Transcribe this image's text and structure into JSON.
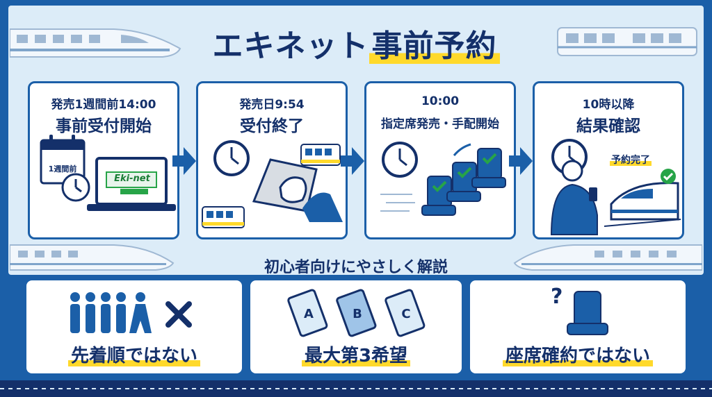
{
  "title": {
    "part1": "エキネット",
    "part2": "事前予約"
  },
  "steps": [
    {
      "line1": "発売1週間前14:00",
      "line2": "事前受付開始",
      "calendar_text": "1週間前",
      "screen_text": "Eki-net"
    },
    {
      "line1": "発売日9:54",
      "line2": "受付終了"
    },
    {
      "line1": "10:00",
      "line2": "指定席発売・手配開始"
    },
    {
      "line1": "10時以降",
      "line2": "結果確認",
      "badge": "予約完了"
    }
  ],
  "subtitle": "初心者向けにやさしく解説",
  "points": [
    {
      "label": "先着順ではない"
    },
    {
      "label": "最大第3希望",
      "tickets": [
        "A",
        "B",
        "C"
      ]
    },
    {
      "label": "座席確約ではない",
      "mark": "?"
    }
  ],
  "colors": {
    "navy": "#14306a",
    "blue": "#1b5fa8",
    "light_bg": "#dcecf8",
    "yellow": "#ffd92b",
    "green": "#27a448"
  }
}
